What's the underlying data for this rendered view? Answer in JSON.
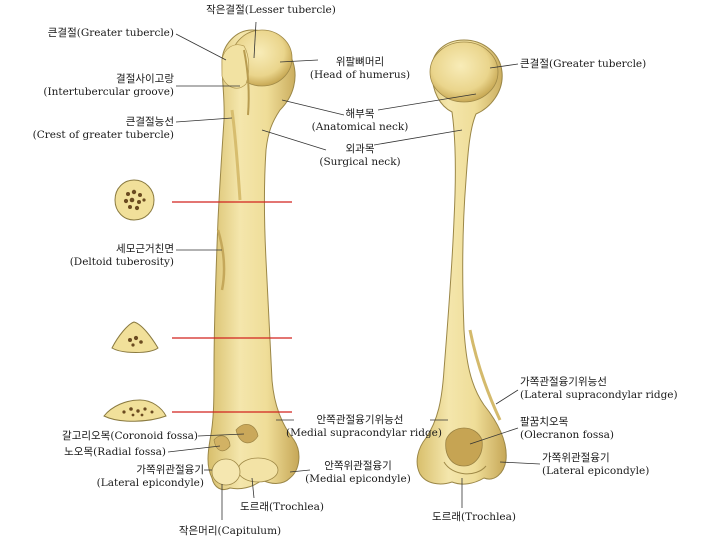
{
  "colors": {
    "bone_fill": "#efdf9c",
    "bone_shade": "#c9ac5a",
    "bone_outline": "#8a7a40",
    "section_line": "#d2231e",
    "leader_line": "#333333"
  },
  "labels": {
    "lesser_tubercle": {
      "ko": "작은결절",
      "en": "(Lesser tubercle)"
    },
    "greater_tubercle_left": {
      "ko": "큰결절",
      "en": "(Greater tubercle)"
    },
    "intertubercular_groove": {
      "ko": "결절사이고랑",
      "en": "(Intertubercular groove)"
    },
    "crest_greater_tubercle": {
      "ko": "큰결절능선",
      "en": "(Crest of greater tubercle)"
    },
    "head_of_humerus": {
      "ko": "위팔뼈머리",
      "en": "(Head of humerus)"
    },
    "greater_tubercle_right": {
      "ko": "큰결절",
      "en": "(Greater tubercle)"
    },
    "anatomical_neck": {
      "ko": "해부목",
      "en": "(Anatomical neck)"
    },
    "surgical_neck": {
      "ko": "외과목",
      "en": "(Surgical neck)"
    },
    "deltoid_tuberosity": {
      "ko": "세모근거친면",
      "en": "(Deltoid tuberosity)"
    },
    "lateral_supracondylar_ridge": {
      "ko": "가쪽관절융기위능선",
      "en": "(Lateral supracondylar ridge)"
    },
    "medial_supracondylar_ridge": {
      "ko": "안쪽관절융기위능선",
      "en": "(Medial supracondylar ridge)"
    },
    "olecranon_fossa": {
      "ko": "팔꿈치오목",
      "en": "(Olecranon fossa)"
    },
    "coronoid_fossa": {
      "ko": "갈고리오목",
      "en": "(Coronoid fossa)"
    },
    "radial_fossa": {
      "ko": "노오목",
      "en": "(Radial fossa)"
    },
    "lateral_epicondyle_left": {
      "ko": "가쪽위관절융기",
      "en": "(Lateral epicondyle)"
    },
    "medial_epicondyle": {
      "ko": "안쪽위관절융기",
      "en": "(Medial epicondyle)"
    },
    "lateral_epicondyle_right": {
      "ko": "가쪽위관절융기",
      "en": "(Lateral epicondyle)"
    },
    "trochlea_left": {
      "ko": "도르래",
      "en": "(Trochlea)"
    },
    "trochlea_right": {
      "ko": "도르래",
      "en": "(Trochlea)"
    },
    "capitulum": {
      "ko": "작은머리",
      "en": "(Capitulum)"
    }
  }
}
